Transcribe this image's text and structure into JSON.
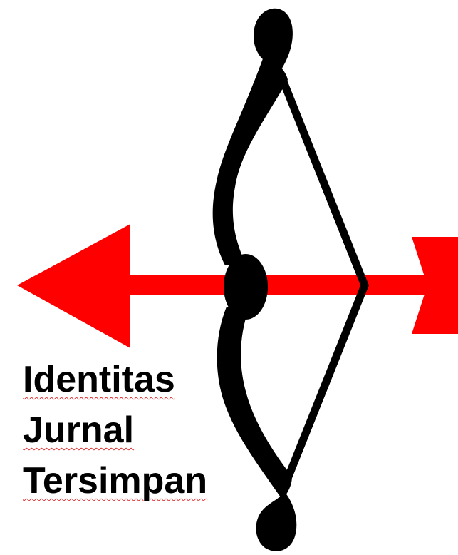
{
  "labels": {
    "line1": "Identitas",
    "line2": "Jurnal",
    "line3": "Tersimpan"
  },
  "icons": {
    "bow": "bow-icon",
    "arrow": "arrow-icon"
  },
  "colors": {
    "arrow": "#ff0000",
    "bow": "#000000",
    "spellcheck_underline": "#e03030"
  }
}
